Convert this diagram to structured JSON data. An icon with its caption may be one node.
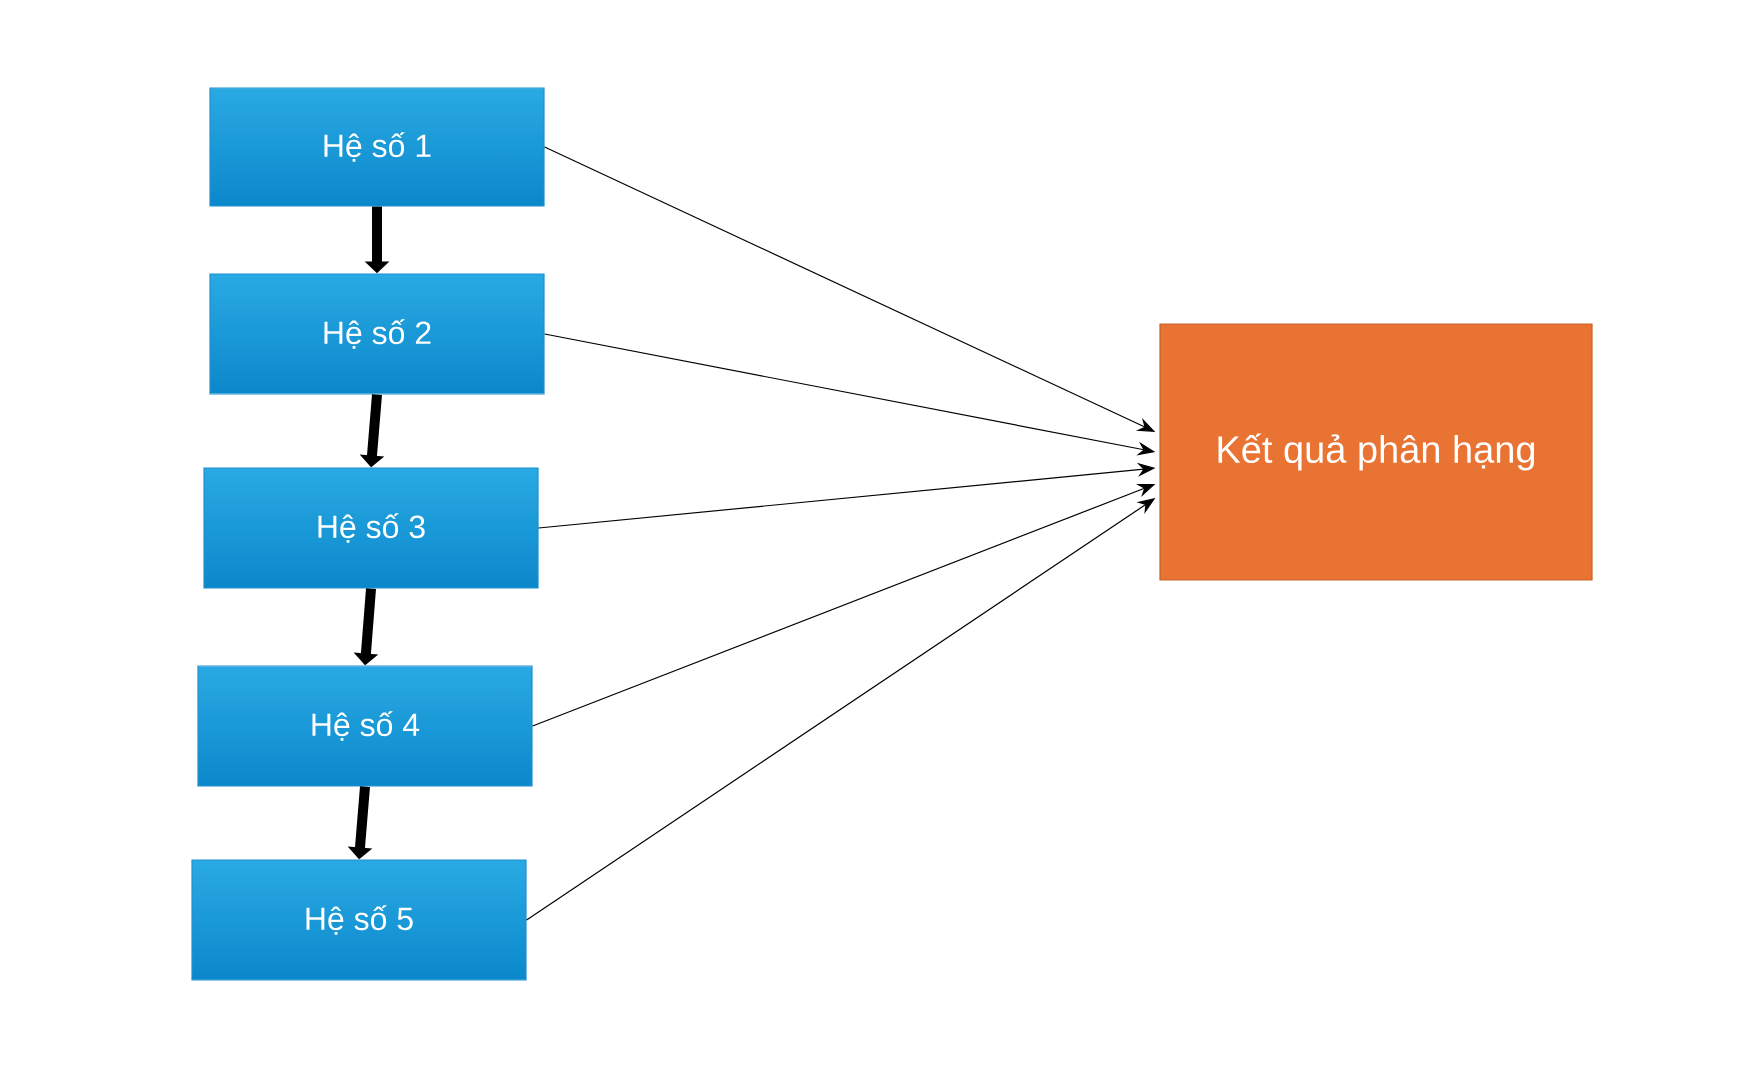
{
  "diagram": {
    "nodes": [
      {
        "text": [
          "Hệ số 1"
        ]
      },
      {
        "text": [
          "Hệ số 2"
        ]
      },
      {
        "text": [
          "Hệ số 3"
        ]
      },
      {
        "text": [
          "Hệ số 4"
        ]
      },
      {
        "text": [
          "Hệ số 5"
        ]
      },
      {
        "text": [
          "Kết quả phân hạng"
        ]
      }
    ],
    "edges": [
      {
        "from": 0,
        "to": 1,
        "arrow": "to",
        "style": "thick"
      },
      {
        "from": 1,
        "to": 2,
        "arrow": "to",
        "style": "thick"
      },
      {
        "from": 2,
        "to": 3,
        "arrow": "to",
        "style": "thick"
      },
      {
        "from": 3,
        "to": 4,
        "arrow": "to",
        "style": "thick"
      },
      {
        "from": 0,
        "to": 5,
        "arrow": "to"
      },
      {
        "from": 1,
        "to": 5,
        "arrow": "to"
      },
      {
        "from": 2,
        "to": 5,
        "arrow": "to"
      },
      {
        "from": 3,
        "to": 5,
        "arrow": "to"
      },
      {
        "from": 4,
        "to": 5,
        "arrow": "to"
      }
    ]
  }
}
